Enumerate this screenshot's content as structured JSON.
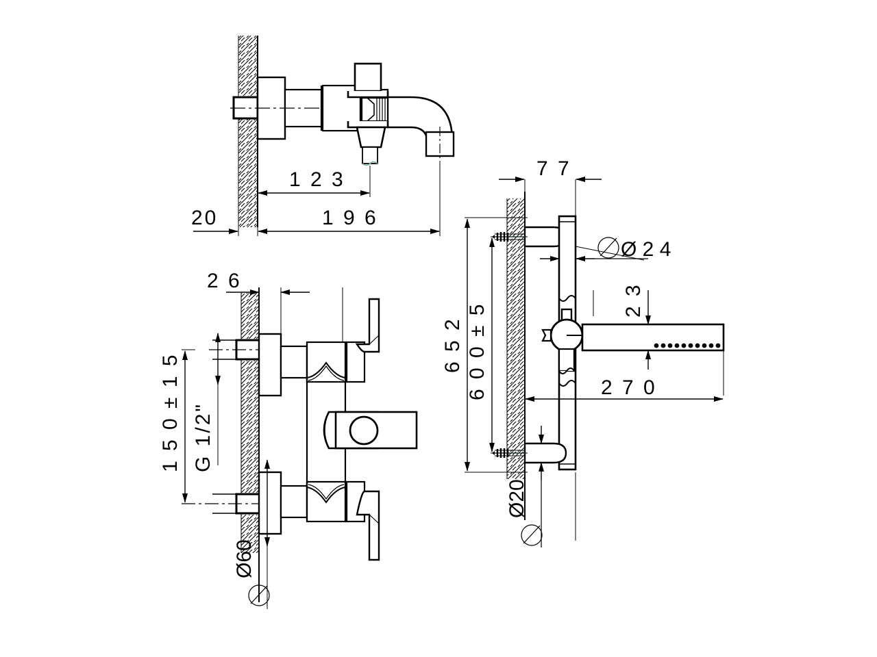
{
  "drawing": {
    "type": "technical-dimension-drawing",
    "subject": "wall-mounted bath mixer with spout, diverter and hand shower rail",
    "units": "mm",
    "background_color": "#ffffff",
    "line_color": "#000000",
    "views": [
      {
        "id": "top-left-view",
        "name": "spout-side-elevation",
        "description": "Side elevation of wall-mounted spout with diverter"
      },
      {
        "id": "bottom-left-view",
        "name": "mixer-side-elevation",
        "description": "Side elevation of two-handle mixer body with spout"
      },
      {
        "id": "right-view",
        "name": "shower-rail-elevation",
        "description": "Side elevation of wall shower rail with sliding hand shower holder"
      }
    ]
  },
  "dimensions": {
    "spout_view": {
      "wall_offset": "20",
      "to_diverter": "1 2 3",
      "to_spout_end": "1 9 6"
    },
    "mixer_view": {
      "flange_depth": "2 6",
      "center_height": "1 5 0  ± 1 5",
      "thread": "G 1/2\"",
      "flange_diameter": "Ø 6 0"
    },
    "rail_view": {
      "bracket_projection": "7 7",
      "rail_diameter": "Ø 2 4",
      "holder_offset": "2 3",
      "overall_height": "6 5 2",
      "bracket_spacing": "6 0 0  ± 5",
      "handshower_length": "2 7 0",
      "bracket_diameter": "Ø 2 0"
    }
  },
  "labels": {
    "d20_wall": "20",
    "d123": "123",
    "d196": "196",
    "d26": "26",
    "d150": "150 ±15",
    "g_half": "G 1/2\"",
    "dia60": "Ø60",
    "d77": "77",
    "dia24": "Ø24",
    "d23": "23",
    "d652": "652",
    "d600": "600 ± 5",
    "d270": "270",
    "dia20": "Ø20"
  },
  "chart_data": {
    "type": "table",
    "title": "Dimension callouts",
    "categories": [
      "20",
      "123",
      "196",
      "26",
      "150 ±15",
      "G 1/2\"",
      "Ø60",
      "77",
      "Ø24",
      "23",
      "652",
      "600 ± 5",
      "270",
      "Ø20"
    ],
    "values": [
      20,
      123,
      196,
      26,
      150,
      0.5,
      60,
      77,
      24,
      23,
      652,
      600,
      270,
      20
    ]
  }
}
